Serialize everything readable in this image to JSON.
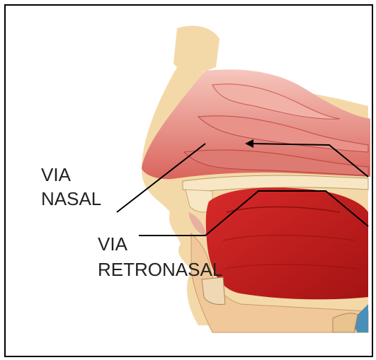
{
  "labels": {
    "via_nasal": [
      "VIA",
      "NASAL"
    ],
    "via_retronasal": [
      "VIA",
      "RETRONASAL"
    ]
  },
  "colors": {
    "skin": "#f4d9a8",
    "nasal_tissue": "#e07a72",
    "nasal_tissue_light": "#f2b1a7",
    "tongue": "#c81e1e",
    "tongue_dark": "#9e1212",
    "bone": "#f7e7c4",
    "arrow": "#000000"
  }
}
